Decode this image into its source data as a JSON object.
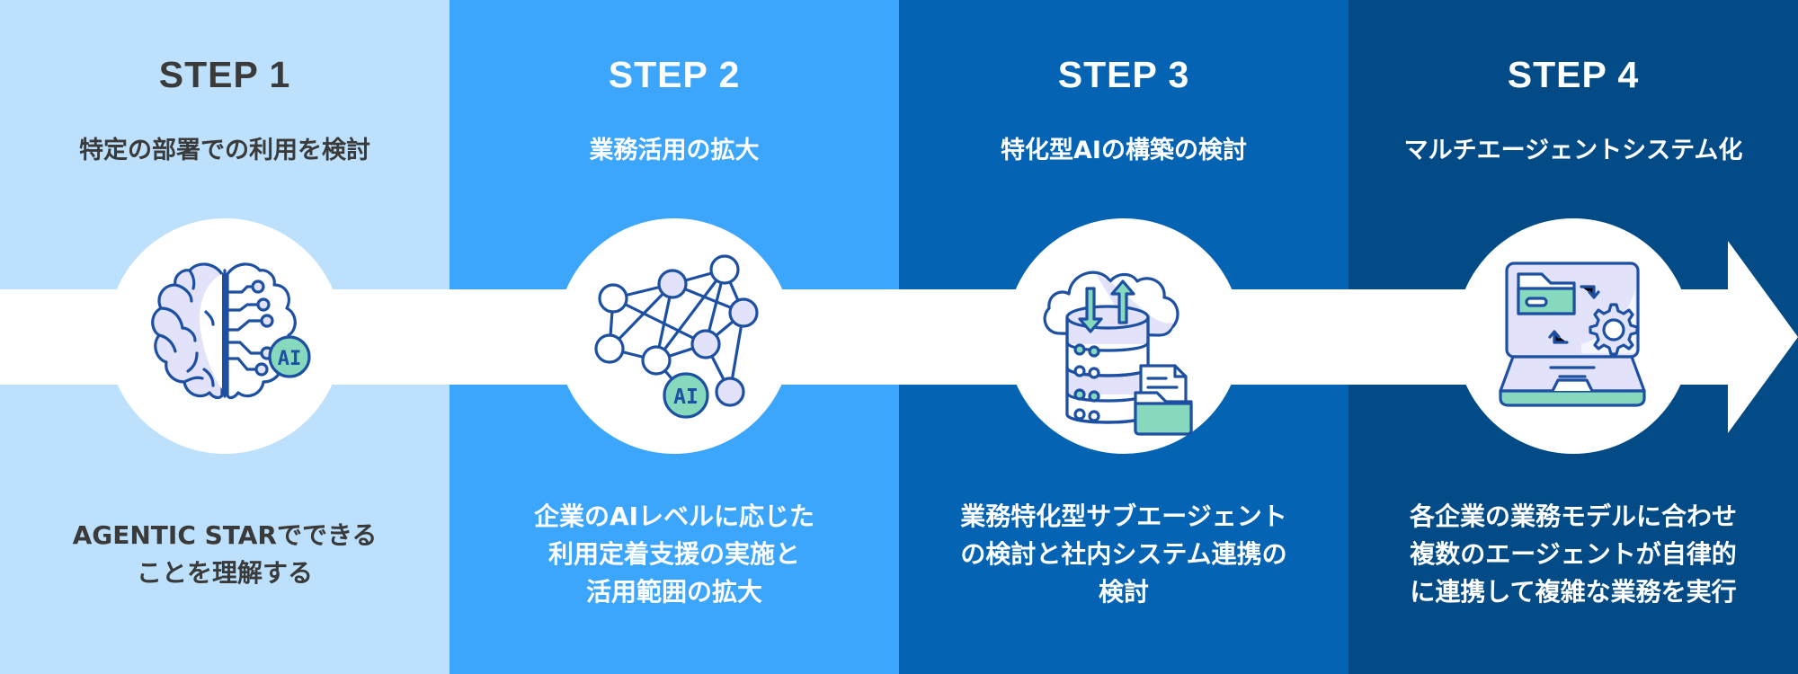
{
  "theme": {
    "band_color": "#ffffff",
    "icon_stroke": "#1d4fa3",
    "icon_fill": "#e2e3fa",
    "icon_accent": "#86d9bd"
  },
  "steps": [
    {
      "label": "STEP 1",
      "title": "特定の部署での利用を検討",
      "icon": "brain-ai-icon",
      "badge": "AI",
      "description_lines": [
        "AGENTIC STARでできる",
        "ことを理解する"
      ],
      "background": "#bde1fd",
      "text_color": "#3a3a3a"
    },
    {
      "label": "STEP 2",
      "title": "業務活用の拡大",
      "icon": "neural-network-ai-icon",
      "badge": "AI",
      "description_lines": [
        "企業のAIレベルに応じた",
        "利用定着支援の実施と",
        "活用範囲の拡大"
      ],
      "background": "#3ca5fc",
      "text_color": "#ffffff"
    },
    {
      "label": "STEP 3",
      "title": "特化型AIの構築の検討",
      "icon": "cloud-database-icon",
      "badge": "",
      "description_lines": [
        "業務特化型サブエージェント",
        "の検討と社内システム連携の",
        "検討"
      ],
      "background": "#0563b3",
      "text_color": "#ffffff"
    },
    {
      "label": "STEP 4",
      "title": "マルチエージェントシステム化",
      "icon": "laptop-automation-icon",
      "badge": "",
      "description_lines": [
        "各企業の業務モデルに合わせ",
        "複数のエージェントが自律的",
        "に連携して複雑な業務を実行"
      ],
      "background": "#034b87",
      "text_color": "#ffffff"
    }
  ]
}
